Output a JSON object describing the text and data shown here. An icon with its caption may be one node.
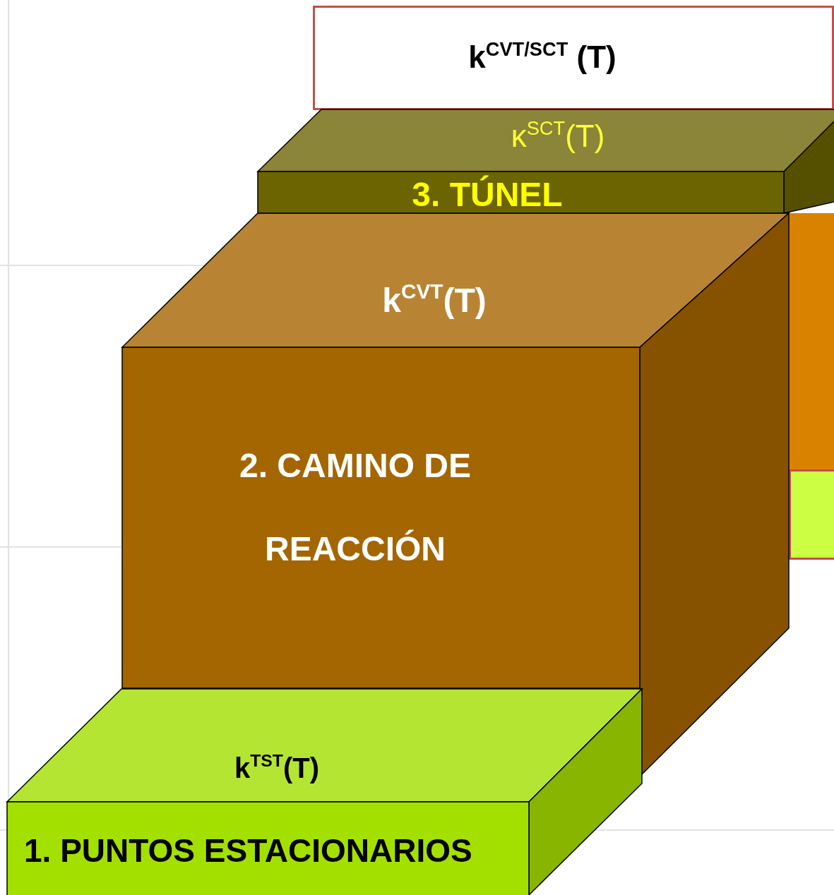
{
  "diagram": {
    "nodes": [
      {
        "text": [
          "k$^{CVT/SCT}$ (T)"
        ]
      },
      {
        "text": [
          "κ$^{SCT}$(T)",
          "3. TÚNEL"
        ]
      },
      {
        "text": [
          "k$^{CVT}$(T)",
          "2. CAMINO DE REACCIÓN"
        ]
      },
      {
        "text": [
          "k$^{TST}$(T)",
          "1. PUNTOS ESTACIONARIOS"
        ]
      },
      {
        "text": [],
        "shape": "box"
      },
      {
        "text": [],
        "shape": "box"
      }
    ]
  }
}
